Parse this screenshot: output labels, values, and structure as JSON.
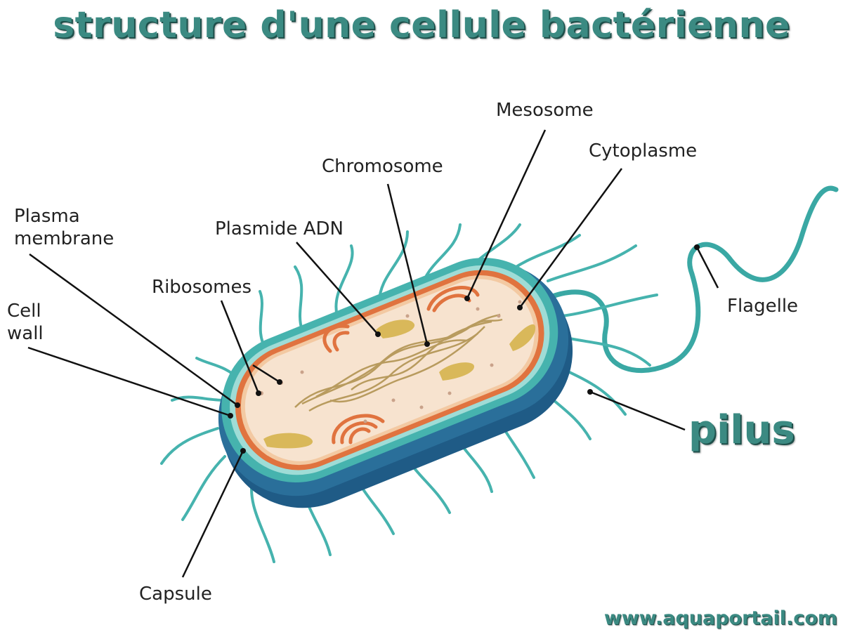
{
  "title": "structure d'une cellule bactérienne",
  "labels": {
    "mesosome": "Mesosome",
    "cytoplasme": "Cytoplasme",
    "chromosome": "Chromosome",
    "plasmide": "Plasmide ADN",
    "plasma_line1": "Plasma",
    "plasma_line2": "membrane",
    "ribosomes": "Ribosomes",
    "cell_line1": "Cell",
    "cell_line2": "wall",
    "flagelle": "Flagelle",
    "capsule": "Capsule",
    "pilus": "pilus"
  },
  "watermark": "www.aquaportail.com",
  "colors": {
    "title": "#3b8a82",
    "capsule_dark": "#1f5b86",
    "capsule_teal": "#46b3ae",
    "pili": "#3aa8a4",
    "cell_wall": "#e0733f",
    "cytoplasm": "#f7e3cf",
    "dna": "#b89b5e",
    "plasmid": "#d9b85a"
  }
}
